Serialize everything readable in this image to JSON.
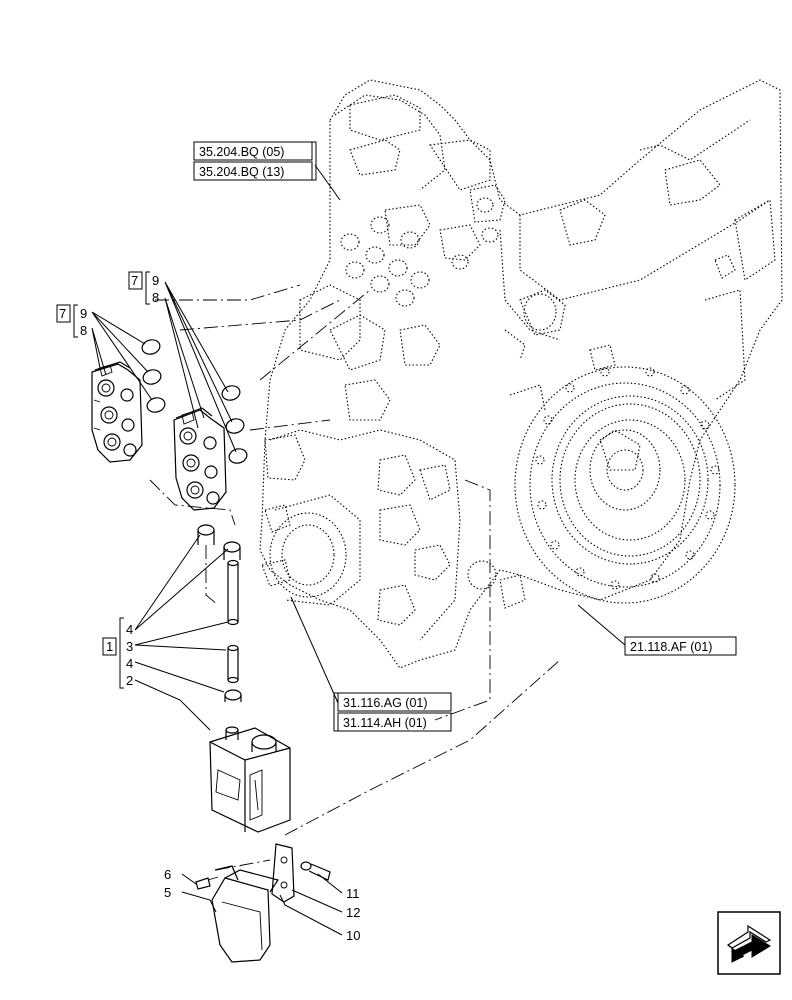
{
  "references": {
    "r35_05": "35.204.BQ (05)",
    "r35_13": "35.204.BQ (13)",
    "r21": "21.118.AF (01)",
    "r31_116": "31.116.AG (01)",
    "r31_114": "31.114.AH (01)"
  },
  "kits": {
    "kit7_label": "7",
    "kit1_label": "1"
  },
  "callouts": {
    "item1": "1",
    "item2": "2",
    "item3": "3",
    "item4": "4",
    "item5": "5",
    "item6": "6",
    "item7": "7",
    "item8": "8",
    "item9": "9",
    "item10": "10",
    "item11": "11",
    "item12": "12"
  },
  "nav": {
    "icon": "next-page-arrow-icon"
  }
}
